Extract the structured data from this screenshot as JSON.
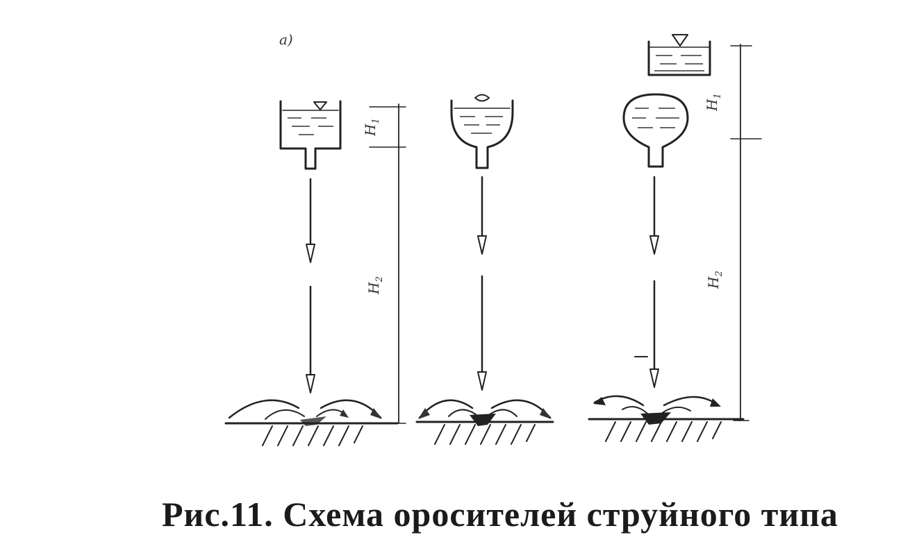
{
  "caption": "Рис.11. Схема оросителей струйного типа",
  "labels": {
    "panel": "a)",
    "h1": "H",
    "h1_sub": "1",
    "h2": "H",
    "h2_sub": "2",
    "h1_right": "H",
    "h1_right_sub": "1",
    "h2_right": "H",
    "h2_right_sub": "2"
  }
}
